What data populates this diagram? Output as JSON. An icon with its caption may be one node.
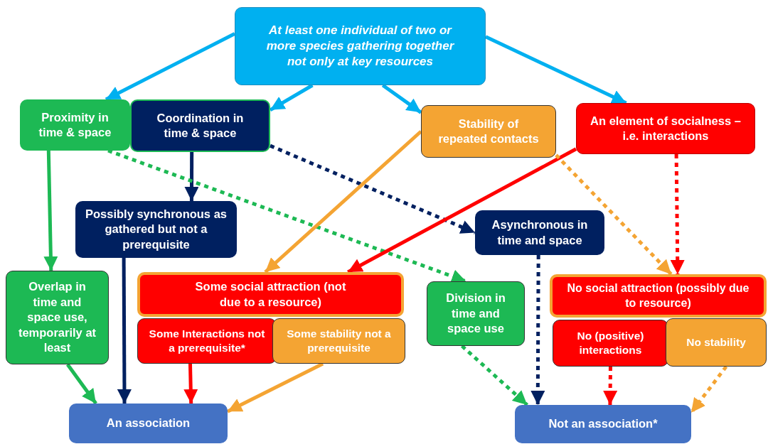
{
  "diagram": {
    "nodes": [
      {
        "text": [
          "At least one individual of two or more species gathering together not only at key resources"
        ]
      },
      {
        "text": [
          "Proximity in time & space"
        ]
      },
      {
        "text": [
          "Coordination in time & space"
        ]
      },
      {
        "text": [
          "Stability of repeated contacts"
        ]
      },
      {
        "text": [
          "An element of socialness – i.e. interactions"
        ]
      },
      {
        "text": [
          "Possibly synchronous as gathered but not a prerequisite"
        ]
      },
      {
        "text": [
          "Asynchronous in time and space"
        ]
      },
      {
        "text": [
          "Overlap in time and space use, temporarily at least"
        ]
      },
      {
        "text": [
          "Some social attraction (not due to a resource)"
        ]
      },
      {
        "text": [
          "Some Interactions not a prerequisite*"
        ]
      },
      {
        "text": [
          "Some stability not a prerequisite"
        ]
      },
      {
        "text": [
          "Division in time and space use"
        ]
      },
      {
        "text": [
          "No social attraction (possibly due to resource)"
        ]
      },
      {
        "text": [
          "No (positive) interactions"
        ]
      },
      {
        "text": [
          "No stability"
        ]
      },
      {
        "text": [
          "An association"
        ]
      },
      {
        "text": [
          "Not an association*"
        ]
      }
    ],
    "edges": [
      {
        "from": 0,
        "to": 1,
        "arrow": "to",
        "color": "#00b0f0"
      },
      {
        "from": 0,
        "to": 2,
        "arrow": "to",
        "color": "#00b0f0"
      },
      {
        "from": 0,
        "to": 3,
        "arrow": "to",
        "color": "#00b0f0"
      },
      {
        "from": 0,
        "to": 4,
        "arrow": "to",
        "color": "#00b0f0"
      },
      {
        "from": 1,
        "to": 7,
        "arrow": "to",
        "color": "#1db954"
      },
      {
        "from": 2,
        "to": 5,
        "arrow": "to",
        "color": "#002060"
      },
      {
        "from": 1,
        "to": 11,
        "arrow": "to",
        "style": "dashed",
        "color": "#1db954"
      },
      {
        "from": 2,
        "to": 6,
        "arrow": "to",
        "style": "dashed",
        "color": "#002060"
      },
      {
        "from": 3,
        "to": 8,
        "arrow": "to",
        "color": "#f4a433"
      },
      {
        "from": 4,
        "to": 8,
        "arrow": "to",
        "color": "#ff0000"
      },
      {
        "from": 3,
        "to": 12,
        "arrow": "to",
        "style": "dashed",
        "color": "#f4a433"
      },
      {
        "from": 4,
        "to": 12,
        "arrow": "to",
        "style": "dashed",
        "color": "#ff0000"
      },
      {
        "from": 5,
        "to": 15,
        "arrow": "to",
        "color": "#002060"
      },
      {
        "from": 7,
        "to": 15,
        "arrow": "to",
        "color": "#1db954"
      },
      {
        "from": 9,
        "to": 15,
        "arrow": "to",
        "color": "#ff0000"
      },
      {
        "from": 10,
        "to": 15,
        "arrow": "to",
        "color": "#f4a433"
      },
      {
        "from": 11,
        "to": 16,
        "arrow": "to",
        "style": "dashed",
        "color": "#1db954"
      },
      {
        "from": 6,
        "to": 16,
        "arrow": "to",
        "style": "dashed",
        "color": "#002060"
      },
      {
        "from": 13,
        "to": 16,
        "arrow": "to",
        "style": "dashed",
        "color": "#ff0000"
      },
      {
        "from": 14,
        "to": 16,
        "arrow": "to",
        "style": "dashed",
        "color": "#f4a433"
      }
    ]
  }
}
